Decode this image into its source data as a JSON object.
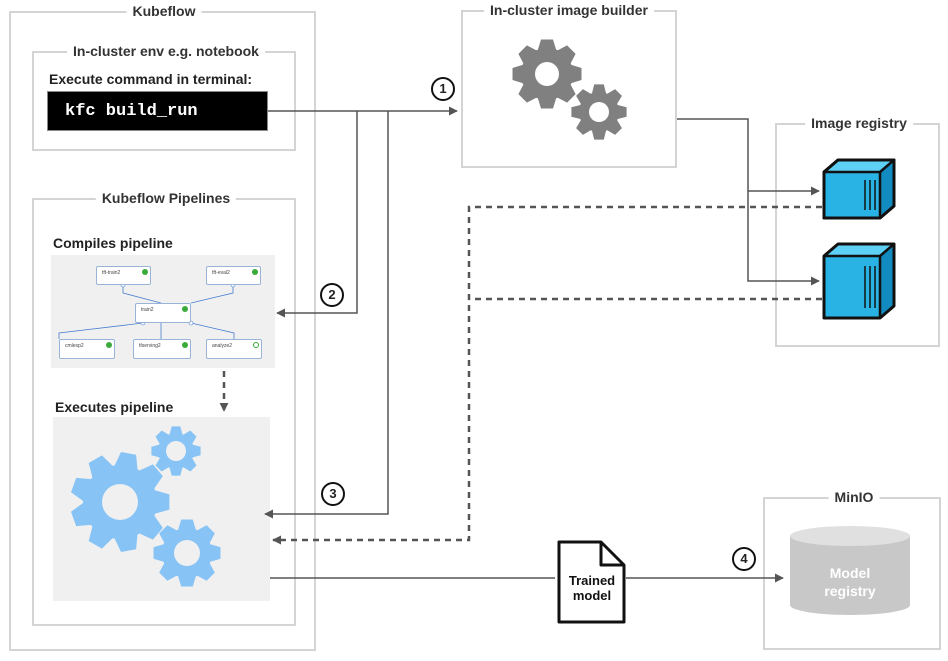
{
  "kubeflow": {
    "title": "Kubeflow"
  },
  "notebook_env": {
    "title": "In-cluster env e.g. notebook",
    "instruction": "Execute command in terminal:",
    "command": "kfc build_run"
  },
  "pipelines": {
    "title": "Kubeflow Pipelines",
    "compiles_label": "Compiles pipeline",
    "executes_label": "Executes pipeline",
    "graph_nodes": [
      {
        "label": "tft-train2"
      },
      {
        "label": "tft-eval2"
      },
      {
        "label": "train2"
      },
      {
        "label": "cmlesp2"
      },
      {
        "label": "tfserving2"
      },
      {
        "label": "analyze2"
      }
    ]
  },
  "image_builder": {
    "title": "In-cluster image builder"
  },
  "image_registry": {
    "title": "Image registry"
  },
  "minio": {
    "title": "MinIO",
    "model_registry_line1": "Model",
    "model_registry_line2": "registry"
  },
  "trained_model": {
    "line1": "Trained",
    "line2": "model"
  },
  "steps": [
    "1",
    "2",
    "3",
    "4"
  ],
  "icons": {
    "builder": "gears-icon",
    "registry": "container-icon",
    "executor": "gears-icon",
    "model": "document-icon",
    "store": "database-cylinder-icon"
  },
  "colors": {
    "border": "#d4d4d4",
    "gear_gray": "#808080",
    "gear_blue": "#87c3f5",
    "container": "#27b5e0",
    "cylinder": "#c8c8c8",
    "arrow": "#555555"
  }
}
